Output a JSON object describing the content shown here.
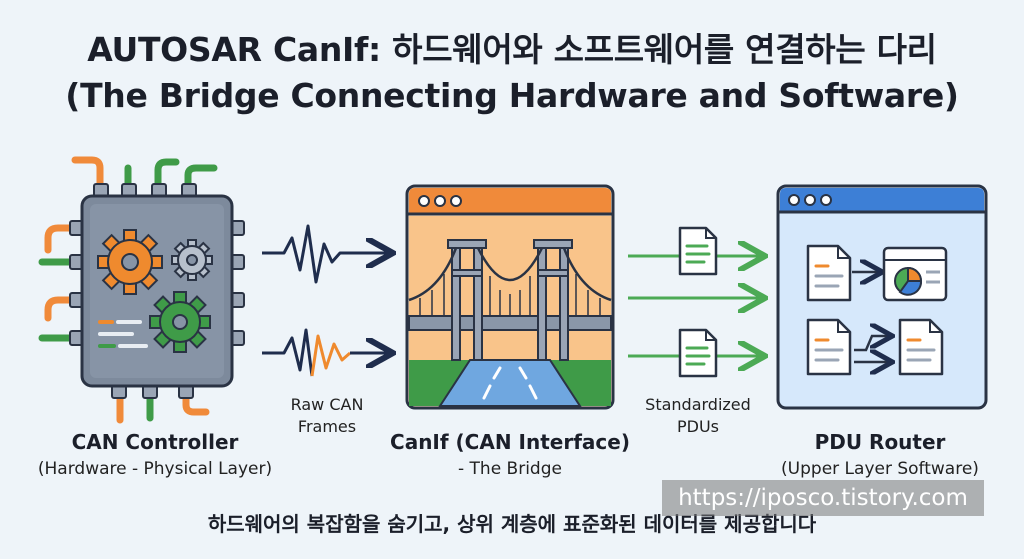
{
  "title": {
    "line1": "AUTOSAR CanIf: 하드웨어와 소프트웨어를 연결하는 다리",
    "line2": "(The Bridge Connecting Hardware and Software)"
  },
  "nodes": {
    "controller": {
      "name": "CAN Controller",
      "sub": "(Hardware - Physical Layer)"
    },
    "canif": {
      "name": "CanIf (CAN Interface)",
      "sub": "- The Bridge"
    },
    "router": {
      "name": "PDU Router",
      "sub": "(Upper Layer Software)"
    }
  },
  "edges": {
    "raw": {
      "line1": "Raw CAN",
      "line2": "Frames"
    },
    "pdus": {
      "line1": "Standardized",
      "line2": "PDUs"
    }
  },
  "footer": "하드웨어의 복잡함을 숨기고, 상위 계층에 표준화된 데이터를 제공합니다",
  "watermark": "https://iposco.tistory.com",
  "colors": {
    "chip": "#7d8a9c",
    "gear_orange": "#ef8a2e",
    "gear_green": "#3f9b48",
    "canif_header": "#f08a3a",
    "router_header": "#3d7fd6",
    "arrow_navy": "#1f2d4d",
    "arrow_green": "#4caa55"
  },
  "icons": [
    "chip-icon",
    "gear-icon",
    "bridge-icon",
    "document-icon",
    "pie-chart-icon"
  ]
}
